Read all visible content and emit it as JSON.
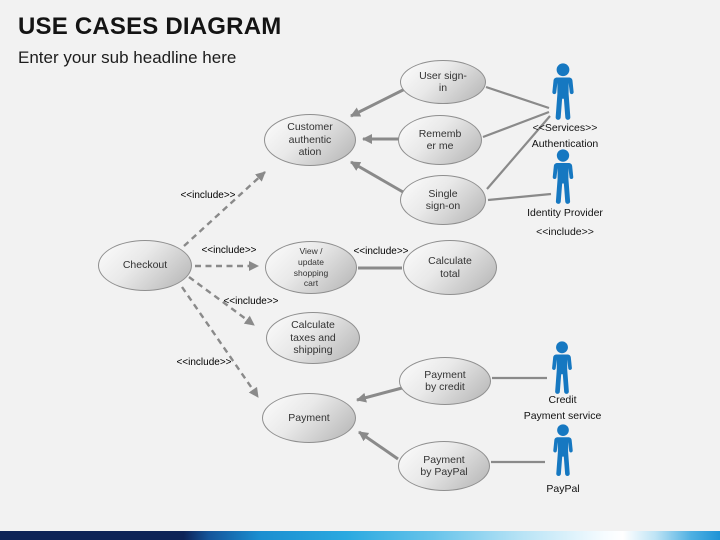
{
  "header": {
    "title": "USE CASES DIAGRAM",
    "subtitle": "Enter your sub headline here"
  },
  "colors": {
    "actor_blue": "#1678C1",
    "connector_gray": "#8a8a8a",
    "bar_navy": "#0d2357",
    "bar_blue": "#29a8e0"
  },
  "use_cases": [
    {
      "id": "user-sign-in",
      "label": "User sign-\nin"
    },
    {
      "id": "customer-authentication",
      "label": "Customer\nauthentic\nation"
    },
    {
      "id": "remember-me",
      "label": "Rememb\ner me"
    },
    {
      "id": "single-sign-on",
      "label": "Single\nsign-on"
    },
    {
      "id": "checkout",
      "label": "Checkout"
    },
    {
      "id": "view-update-shopping-cart",
      "label": "View /\nupdate\nshopping\ncart"
    },
    {
      "id": "calculate-total",
      "label": "Calculate\ntotal"
    },
    {
      "id": "calculate-taxes-shipping",
      "label": "Calculate\ntaxes and\nshipping"
    },
    {
      "id": "payment",
      "label": "Payment"
    },
    {
      "id": "payment-by-credit",
      "label": "Payment\nby credit"
    },
    {
      "id": "payment-by-paypal",
      "label": "Payment\nby PayPal"
    }
  ],
  "actors": [
    {
      "id": "services-authentication",
      "label": "<<Services>>\nAuthentication"
    },
    {
      "id": "identity-provider",
      "label": "Identity Provider\n<<include>>"
    },
    {
      "id": "credit-payment-service",
      "label": "Credit\nPayment service"
    },
    {
      "id": "paypal",
      "label": "PayPal"
    }
  ],
  "include_label": "<<include>>"
}
